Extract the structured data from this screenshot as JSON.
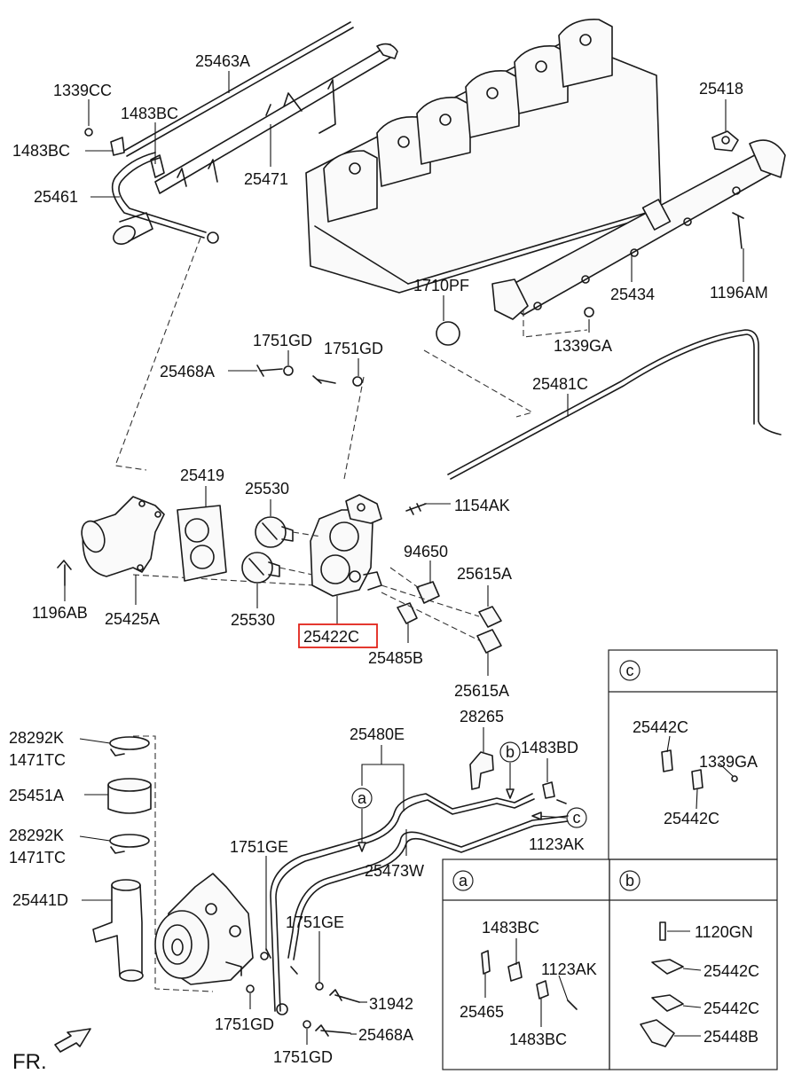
{
  "labels": {
    "p25463A": "25463A",
    "p1339CC": "1339CC",
    "p1483BC_a": "1483BC",
    "p1483BC_b": "1483BC",
    "p25461": "25461",
    "p25471": "25471",
    "p25418": "25418",
    "p1710PF": "1710PF",
    "p25434": "25434",
    "p1196AM": "1196AM",
    "p1339GA": "1339GA",
    "p1751GD_a": "1751GD",
    "p1751GD_b": "1751GD",
    "p25468A_a": "25468A",
    "p25481C": "25481C",
    "p25419": "25419",
    "p25530_a": "25530",
    "p1154AK": "1154AK",
    "p94650": "94650",
    "p25615A_a": "25615A",
    "p1196AB": "1196AB",
    "p25425A": "25425A",
    "p25530_b": "25530",
    "p25422C": "25422C",
    "p25485B": "25485B",
    "p25615A_b": "25615A",
    "p28265": "28265",
    "p25480E": "25480E",
    "p1483BD": "1483BD",
    "p1123AK_a": "1123AK",
    "p28292K_a": "28292K",
    "p1471TC_a": "1471TC",
    "p25451A": "25451A",
    "p28292K_b": "28292K",
    "p1471TC_b": "1471TC",
    "p25441D": "25441D",
    "p1751GE_a": "1751GE",
    "p25473W": "25473W",
    "p1751GE_b": "1751GE",
    "p31942": "31942",
    "p1751GD_c": "1751GD",
    "p25468A_b": "25468A",
    "p1751GD_d": "1751GD",
    "fr": "FR.",
    "c_25442C_a": "25442C",
    "c_1339GA": "1339GA",
    "c_25442C_b": "25442C",
    "a_1483BC_a": "1483BC",
    "a_1123AK": "1123AK",
    "a_25465": "25465",
    "a_1483BC_b": "1483BC",
    "b_1120GN": "1120GN",
    "b_25442C_a": "25442C",
    "b_25442C_b": "25442C",
    "b_25448B": "25448B"
  },
  "callouts": {
    "a": "a",
    "b": "b",
    "c": "c"
  },
  "highlight": {
    "part": "25422C",
    "color": "#e2231a"
  }
}
